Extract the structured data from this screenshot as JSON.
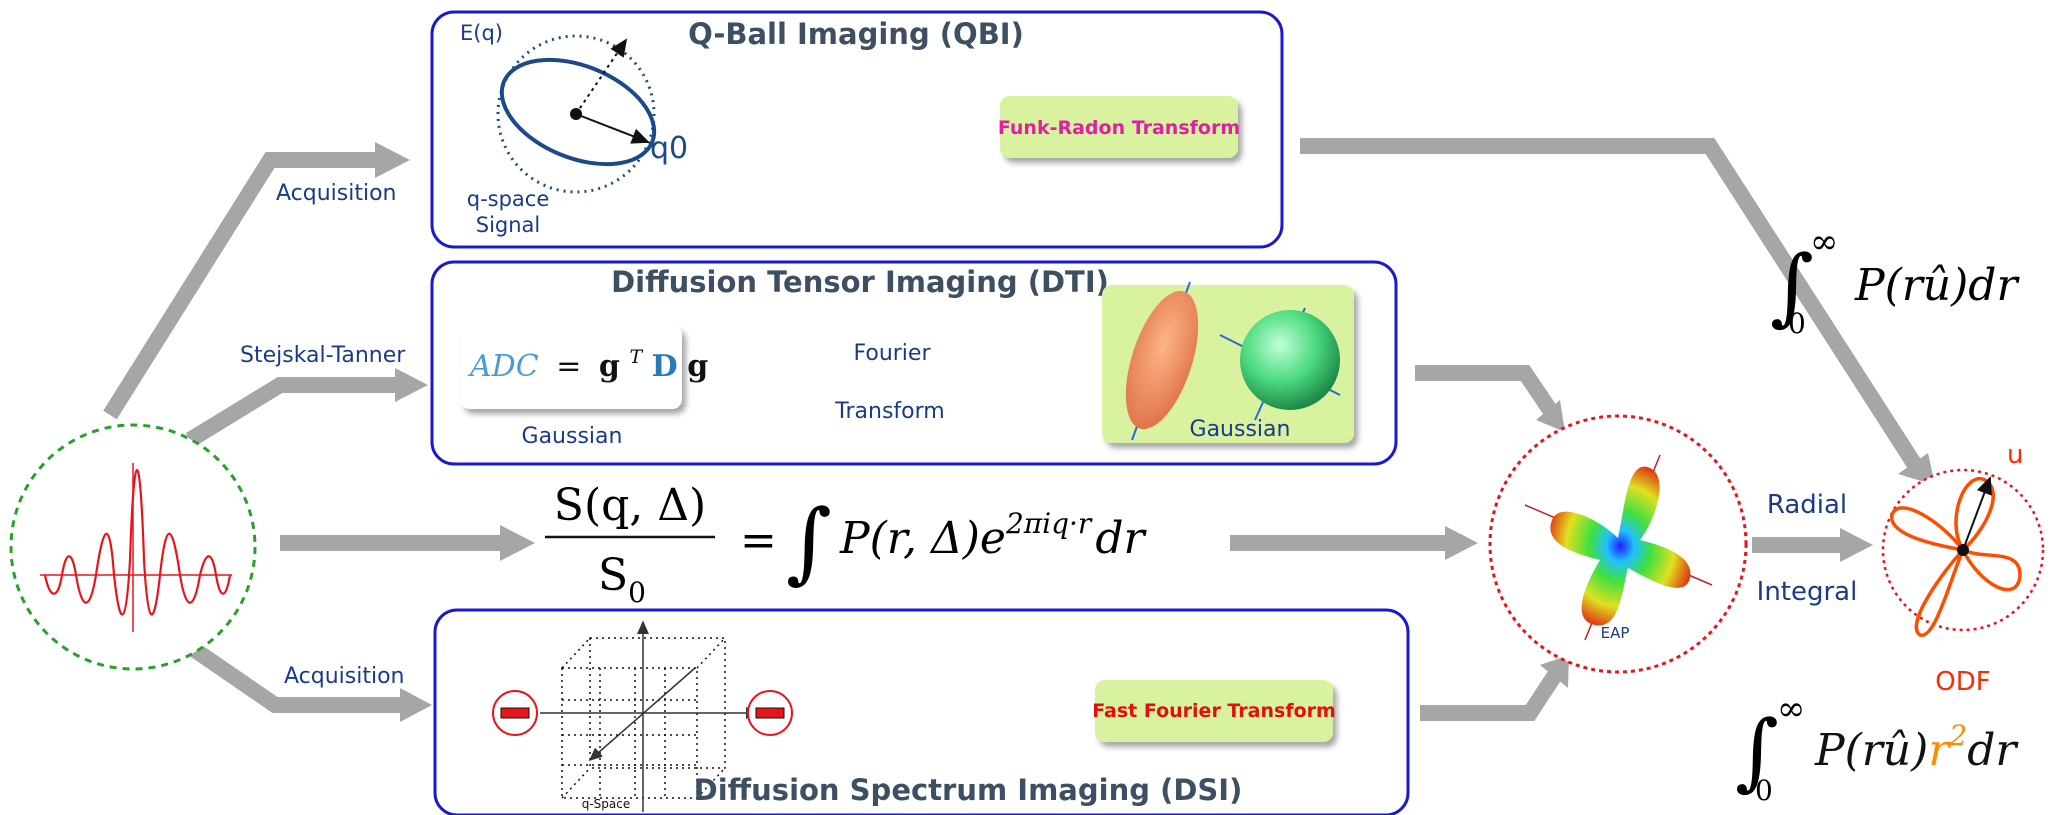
{
  "qbi": {
    "title": "Q-Ball Imaging (QBI)",
    "eq_label": "E(q)",
    "q0_label": "q0",
    "qspace_line1": "q-space",
    "qspace_line2": "Signal",
    "transform": "Funk-Radon Transform"
  },
  "dti": {
    "title": "Diffusion Tensor Imaging (DTI)",
    "adc_lhs": "ADC",
    "adc_eq": "=",
    "adc_g": "g",
    "adc_t": "T",
    "adc_D": "D",
    "adc_g2": "g",
    "gaussian_left": "Gaussian",
    "fourier_top": "Fourier",
    "fourier_bottom": "Transform",
    "gaussian_right": "Gaussian"
  },
  "dsi": {
    "title": "Diffusion Spectrum Imaging (DSI)",
    "qspace": "q-Space",
    "transform": "Fast Fourier Transform"
  },
  "arrows": {
    "acquisition_top": "Acquisition",
    "stejskal": "Stejskal-Tanner",
    "acquisition_bottom": "Acquisition",
    "radial_top": "Radial",
    "radial_bottom": "Integral"
  },
  "center_eq": {
    "num": "S(q, Δ)",
    "den": "S",
    "den_sub": "0",
    "eq": "=",
    "integral": "∫",
    "body": "P(r, Δ)e",
    "exp": "2πiq·r",
    "dr": "dr"
  },
  "eap": {
    "label": "EAP"
  },
  "odf": {
    "label": "ODF",
    "u_label": "u"
  },
  "integral_top": {
    "sign": "∫",
    "lower": "0",
    "upper": "∞",
    "body": "P(rû)dr"
  },
  "integral_bottom": {
    "sign": "∫",
    "lower": "0",
    "upper": "∞",
    "body_left": "P(rû)",
    "r2": "r",
    "r2_exp": "2",
    "body_right": "dr"
  },
  "colors": {
    "box_border": "#1a1acc",
    "arrow_gray": "#a6a6a6",
    "title_text": "#3e4f63",
    "label_blue": "#1a3a8a",
    "green_panel": "#d9f2a0",
    "red_signal": "#e8141c",
    "green_dash": "#2aa02a",
    "red_dash": "#e8141c",
    "magenta": "#e020a0",
    "odf_orange": "#ff4d00",
    "r2_orange": "#ff8c00"
  }
}
